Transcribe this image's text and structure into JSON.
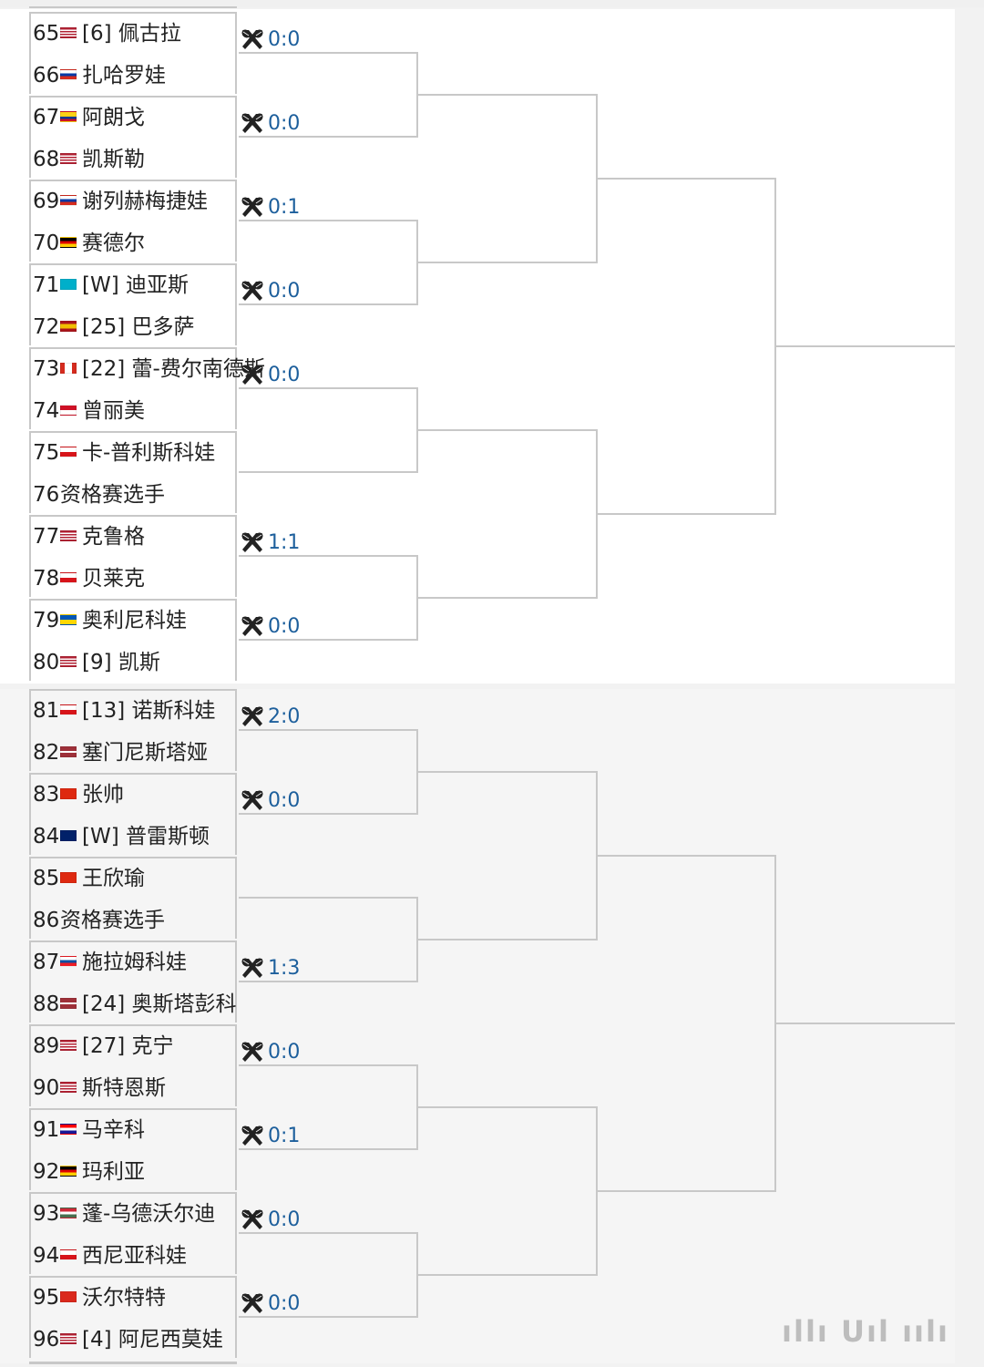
{
  "top_half": [
    {
      "h2h": "0:0",
      "players": [
        {
          "num": "65",
          "flag": "us",
          "name": "[6] 佩古拉"
        },
        {
          "num": "66",
          "flag": "ru",
          "name": "扎哈罗娃"
        }
      ]
    },
    {
      "h2h": "0:0",
      "players": [
        {
          "num": "67",
          "flag": "co",
          "name": "阿朗戈"
        },
        {
          "num": "68",
          "flag": "us",
          "name": "凯斯勒"
        }
      ]
    },
    {
      "h2h": "0:1",
      "players": [
        {
          "num": "69",
          "flag": "ru",
          "name": "谢列赫梅捷娃"
        },
        {
          "num": "70",
          "flag": "de",
          "name": "赛德尔"
        }
      ]
    },
    {
      "h2h": "0:0",
      "players": [
        {
          "num": "71",
          "flag": "kz",
          "name": "[W] 迪亚斯"
        },
        {
          "num": "72",
          "flag": "es",
          "name": "[25] 巴多萨"
        }
      ]
    },
    {
      "h2h": "0:0",
      "players": [
        {
          "num": "73",
          "flag": "ca",
          "name": "[22] 蕾-费尔南德斯"
        },
        {
          "num": "74",
          "flag": "id",
          "name": "曾丽美"
        }
      ]
    },
    {
      "h2h": "",
      "players": [
        {
          "num": "75",
          "flag": "cz",
          "name": "卡-普利斯科娃"
        },
        {
          "num": "76",
          "flag": "",
          "name": "资格赛选手"
        }
      ]
    },
    {
      "h2h": "1:1",
      "players": [
        {
          "num": "77",
          "flag": "us",
          "name": "克鲁格"
        },
        {
          "num": "78",
          "flag": "cz",
          "name": "贝莱克"
        }
      ]
    },
    {
      "h2h": "0:0",
      "players": [
        {
          "num": "79",
          "flag": "ua",
          "name": "奥利尼科娃"
        },
        {
          "num": "80",
          "flag": "us",
          "name": "[9] 凯斯"
        }
      ]
    }
  ],
  "bottom_half": [
    {
      "h2h": "2:0",
      "players": [
        {
          "num": "81",
          "flag": "cz",
          "name": "[13] 诺斯科娃"
        },
        {
          "num": "82",
          "flag": "lv",
          "name": "塞门尼斯塔娅"
        }
      ]
    },
    {
      "h2h": "0:0",
      "players": [
        {
          "num": "83",
          "flag": "cn",
          "name": "张帅"
        },
        {
          "num": "84",
          "flag": "au",
          "name": "[W] 普雷斯顿"
        }
      ]
    },
    {
      "h2h": "",
      "players": [
        {
          "num": "85",
          "flag": "cn",
          "name": "王欣瑜"
        },
        {
          "num": "86",
          "flag": "",
          "name": "资格赛选手"
        }
      ]
    },
    {
      "h2h": "1:3",
      "players": [
        {
          "num": "87",
          "flag": "sk",
          "name": "施拉姆科娃"
        },
        {
          "num": "88",
          "flag": "lv",
          "name": "[24] 奥斯塔彭科"
        }
      ]
    },
    {
      "h2h": "0:0",
      "players": [
        {
          "num": "89",
          "flag": "us",
          "name": "[27] 克宁"
        },
        {
          "num": "90",
          "flag": "us",
          "name": "斯特恩斯"
        }
      ]
    },
    {
      "h2h": "0:1",
      "players": [
        {
          "num": "91",
          "flag": "hr",
          "name": "马辛科"
        },
        {
          "num": "92",
          "flag": "de",
          "name": "玛利亚"
        }
      ]
    },
    {
      "h2h": "0:0",
      "players": [
        {
          "num": "93",
          "flag": "hu",
          "name": "蓬-乌德沃尔迪"
        },
        {
          "num": "94",
          "flag": "cz",
          "name": "西尼亚科娃"
        }
      ]
    },
    {
      "h2h": "0:0",
      "players": [
        {
          "num": "95",
          "flag": "ch",
          "name": "沃尔特特"
        },
        {
          "num": "96",
          "flag": "us",
          "name": "[4] 阿尼西莫娃"
        }
      ]
    }
  ],
  "colors": {
    "line": "#c8c8c8",
    "h2h_text": "#1d5f9c",
    "icon": "#222222"
  },
  "icon": "crossed-rackets-icon"
}
